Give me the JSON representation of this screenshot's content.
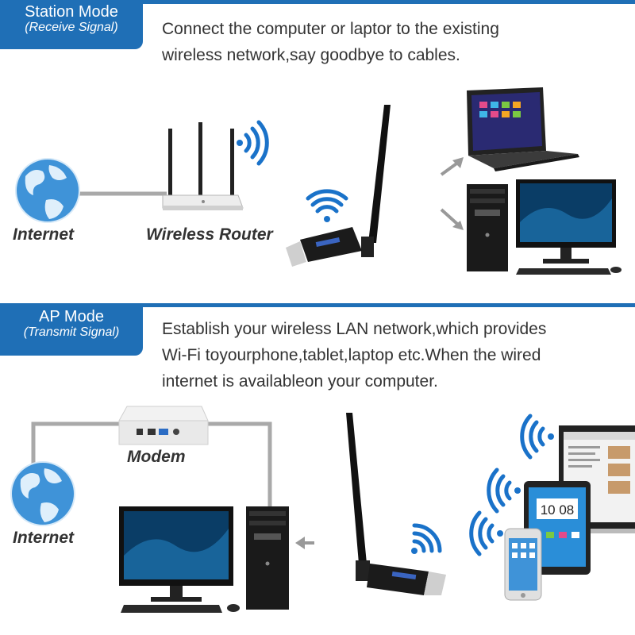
{
  "station": {
    "title": "Station Mode",
    "subtitle": "(Receive Signal)",
    "description_line1": "Connect the computer or laptor to the existing",
    "description_line2": "wireless network,say goodbye to cables.",
    "label_internet": "Internet",
    "label_router": "Wireless Router"
  },
  "ap": {
    "title": "AP Mode",
    "subtitle": "(Transmit Signal)",
    "description_line1": "Establish your wireless LAN network,which provides",
    "description_line2": "Wi-Fi toyourphone,tablet,laptop etc.When the wired",
    "description_line3": "internet is availableon your computer.",
    "label_modem": "Modem",
    "label_internet": "Internet",
    "clock_text": "10 08"
  },
  "colors": {
    "accent": "#1f6fb6",
    "wifi": "#1a72c9",
    "connector": "#a9a9a9"
  }
}
